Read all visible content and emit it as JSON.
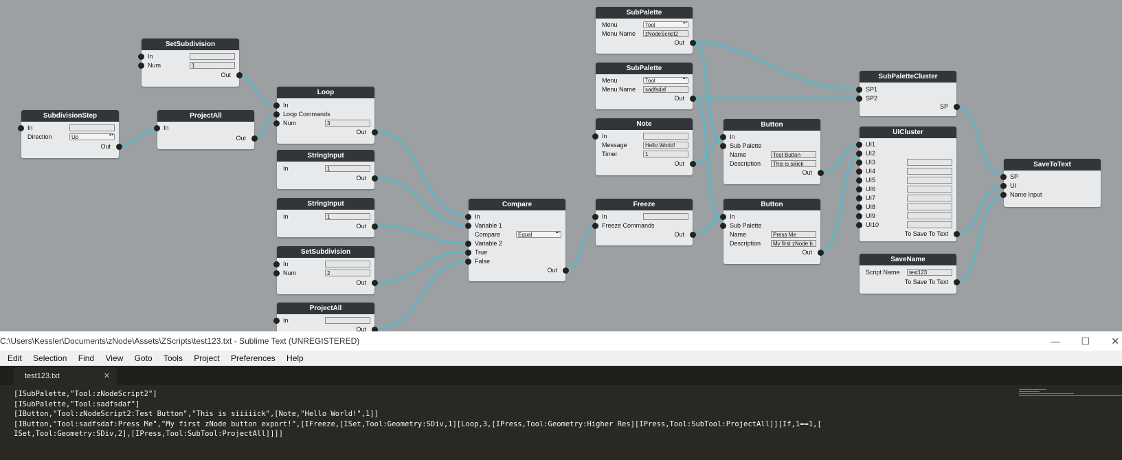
{
  "nodes": {
    "setsubdiv1": {
      "title": "SetSubdivision",
      "in": "In",
      "num": "Num",
      "num_value": "1",
      "out": "Out"
    },
    "subdivstep": {
      "title": "SubdivisionStep",
      "in": "In",
      "direction": "Direction",
      "direction_value": "Up",
      "out": "Out"
    },
    "projectall1": {
      "title": "ProjectAll",
      "in": "In",
      "out": "Out"
    },
    "loop": {
      "title": "Loop",
      "in": "In",
      "loop_commands": "Loop Commands",
      "num": "Num",
      "num_value": "3",
      "out": "Out"
    },
    "stringinput1": {
      "title": "StringInput",
      "in": "In",
      "value": "1",
      "out": "Out"
    },
    "stringinput2": {
      "title": "StringInput",
      "in": "In",
      "value": "1",
      "out": "Out"
    },
    "setsubdiv2": {
      "title": "SetSubdivision",
      "in": "In",
      "num": "Num",
      "num_value": "2",
      "out": "Out"
    },
    "projectall2": {
      "title": "ProjectAll",
      "in": "In",
      "out": "Out"
    },
    "compare": {
      "title": "Compare",
      "in": "In",
      "var1": "Variable 1",
      "compare": "Compare",
      "compare_value": "Equal",
      "var2": "Variable 2",
      "true": "True",
      "false": "False",
      "out": "Out"
    },
    "subpalette1": {
      "title": "SubPalette",
      "menu": "Menu",
      "menu_value": "Tool",
      "menu_name": "Menu Name",
      "menu_name_value": "zNodeScript2",
      "out": "Out"
    },
    "subpalette2": {
      "title": "SubPalette",
      "menu": "Menu",
      "menu_value": "Tool",
      "menu_name": "Menu Name",
      "menu_name_value": "sadfsdaf",
      "out": "Out"
    },
    "note": {
      "title": "Note",
      "in": "In",
      "message": "Message",
      "message_value": "Hello World!",
      "timer": "Timer",
      "timer_value": "1",
      "out": "Out"
    },
    "freeze": {
      "title": "Freeze",
      "in": "In",
      "freeze_commands": "Freeze Commands",
      "out": "Out"
    },
    "button1": {
      "title": "Button",
      "in": "In",
      "sub_palette": "Sub Palette",
      "name": "Name",
      "name_value": "Test Button",
      "description": "Description",
      "description_value": "This is siiiick",
      "out": "Out"
    },
    "button2": {
      "title": "Button",
      "in": "In",
      "sub_palette": "Sub Palette",
      "name": "Name",
      "name_value": "Press Me",
      "description": "Description",
      "description_value": "My first zNode b",
      "out": "Out"
    },
    "subpalettecluster": {
      "title": "SubPaletteCluster",
      "sp1": "SP1",
      "sp2": "SP2",
      "sp": "SP"
    },
    "uicluster": {
      "title": "UICluster",
      "ui": [
        "UI1",
        "UI2",
        "UI3",
        "UI4",
        "UI5",
        "UI6",
        "UI7",
        "UI8",
        "UI9",
        "UI10"
      ],
      "to_save": "To Save To Text"
    },
    "savename": {
      "title": "SaveName",
      "script_name": "Script Name",
      "script_name_value": "test123",
      "to_save": "To Save To Text"
    },
    "savetotext": {
      "title": "SaveToText",
      "sp": "SP",
      "ui": "UI",
      "name_input": "Name Input"
    }
  },
  "sublime": {
    "title": "C:\\Users\\Kessler\\Documents\\zNode\\Assets\\ZScripts\\test123.txt - Sublime Text (UNREGISTERED)",
    "minimize": "—",
    "maximize": "☐",
    "close": "✕",
    "menu": [
      "Edit",
      "Selection",
      "Find",
      "View",
      "Goto",
      "Tools",
      "Project",
      "Preferences",
      "Help"
    ],
    "tab_name": "test123.txt",
    "tab_close": "✕",
    "lines": [
      "[ISubPalette,\"Tool:zNodeScript2\"]",
      "[ISubPalette,\"Tool:sadfsdaf\"]",
      "[IButton,\"Tool:zNodeScript2:Test Button\",\"This is siiiiick\",[Note,\"Hello World!\",1]]",
      "[IButton,\"Tool:sadfsdaf:Press Me\",\"My first zNode button export!\",[IFreeze,[ISet,Tool:Geometry:SDiv,1][Loop,3,[IPress,Tool:Geometry:Higher Res][IPress,Tool:SubTool:ProjectAll]][If,1==1,[",
      "ISet,Tool:Geometry:SDiv,2],[IPress,Tool:SubTool:ProjectAll]]]]"
    ]
  },
  "colors": {
    "wire": "#3fc1d6",
    "graph_bg": "#9da0a3",
    "node_header": "#333638",
    "editor_bg": "#282923"
  }
}
